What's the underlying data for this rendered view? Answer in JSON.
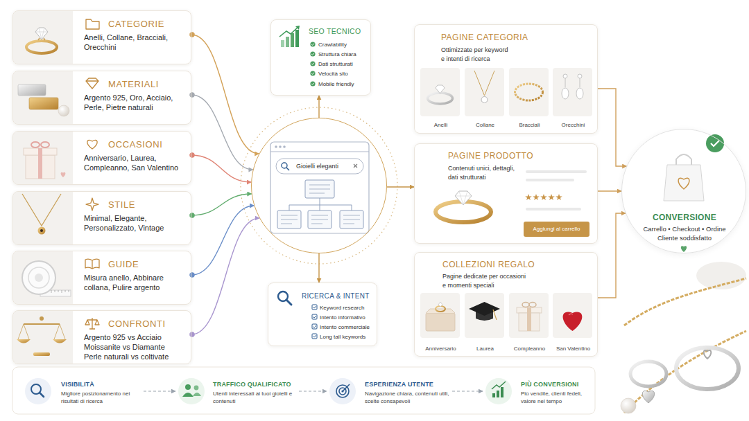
{
  "diagram": {
    "nodes": [
      {
        "text": [
          "CATEGORIE",
          "Anelli, Collane, Bracciali, Orecchini"
        ]
      },
      {
        "text": [
          "MATERIALI",
          "Argento 925, Oro, Acciaio, Perle, Pietre naturali"
        ]
      },
      {
        "text": [
          "OCCASIONI",
          "Anniversario, Laurea, Compleanno, San Valentino"
        ]
      },
      {
        "text": [
          "STILE",
          "Minimal, Elegante, Personalizzato, Vintage"
        ]
      },
      {
        "text": [
          "GUIDE",
          "Misura anello, Abbinare collana, Pulire argento"
        ]
      },
      {
        "text": [
          "CONFRONTI",
          "Argento 925 vs Acciaio Moissanite vs Diamante Perle naturali vs coltivate"
        ]
      },
      {
        "text": [
          "SEO TECNICO",
          "Crawlability",
          "Struttura chiara",
          "Dati strutturati",
          "Velocità sito",
          "Mobile friendly"
        ]
      },
      {
        "text": [
          "Gioielli eleganti"
        ]
      },
      {
        "text": [
          "RICERCA & INTENT",
          "Keyword research",
          "Intento informativo",
          "Intento commerciale",
          "Long tail keywords"
        ]
      },
      {
        "text": [
          "PAGINE CATEGORIA",
          "Ottimizzate per keyword e intenti di ricerca",
          "Anelli",
          "Collane",
          "Bracciali",
          "Orecchini"
        ]
      },
      {
        "text": [
          "PAGINE PRODOTTO",
          "Contenuti unici, dettagli, dati strutturati"
        ]
      },
      {
        "text": [
          "Aggiungi al carrello"
        ],
        "in": 10
      },
      {
        "text": [
          "COLLEZIONI REGALO",
          "Pagine dedicate per occasioni e momenti speciali",
          "Anniversario",
          "Laurea",
          "Compleanno",
          "San Valentino"
        ]
      },
      {
        "text": [
          "CONVERSIONE",
          "Carrello • Checkout • Ordine",
          "Cliente soddisfatto"
        ]
      },
      {
        "text": [
          "VISIBILITÀ",
          "Migliore posizionamento nei risultati di ricerca"
        ]
      },
      {
        "text": [
          "TRAFFICO QUALIFICATO",
          "Utenti interessati ai tuoi gioielli e contenuti"
        ]
      },
      {
        "text": [
          "ESPERIENZA UTENTE",
          "Navigazione chiara, contenuti utili, scelte consapevoli"
        ]
      },
      {
        "text": [
          "PIÙ CONVERSIONI",
          "Più vendite, clienti fedeli, valore nel tempo"
        ]
      }
    ],
    "edges": [
      {
        "from": 0,
        "to": 7,
        "arrow": "to"
      },
      {
        "from": 1,
        "to": 7,
        "arrow": "to"
      },
      {
        "from": 2,
        "to": 7,
        "arrow": "to"
      },
      {
        "from": 3,
        "to": 7,
        "arrow": "to"
      },
      {
        "from": 4,
        "to": 7,
        "arrow": "to"
      },
      {
        "from": 5,
        "to": 7,
        "arrow": "to"
      },
      {
        "from": 7,
        "to": 6,
        "arrow": "to"
      },
      {
        "from": 7,
        "to": 8,
        "arrow": "to"
      },
      {
        "from": 7,
        "to": 10,
        "arrow": "to"
      },
      {
        "from": 9,
        "to": 13,
        "arrow": "to"
      },
      {
        "from": 10,
        "to": 13,
        "arrow": "to"
      },
      {
        "from": 12,
        "to": 13,
        "arrow": "to"
      },
      {
        "from": 14,
        "to": 15,
        "arrow": "to"
      },
      {
        "from": 15,
        "to": 16,
        "arrow": "to"
      },
      {
        "from": 16,
        "to": 17,
        "arrow": "to"
      }
    ]
  }
}
